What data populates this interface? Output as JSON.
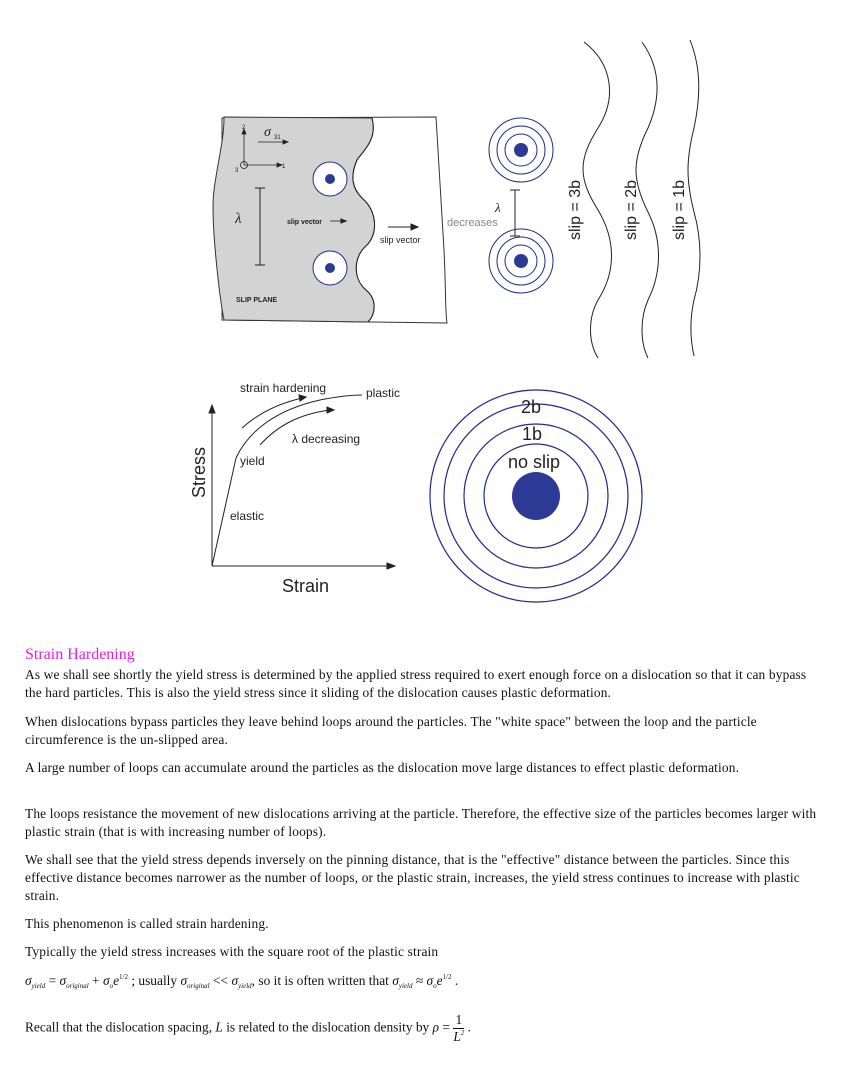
{
  "figure_top": {
    "axis_labels": {
      "axis2": "2",
      "axis1": "1",
      "axis3": "3",
      "stress": "σ",
      "stress_sub": "31"
    },
    "lambda": "λ",
    "slip_vector_inner": "slip vector",
    "slip_vector_outer": "slip vector",
    "slip_plane": "SLIP PLANE",
    "decreases": "decreases",
    "slip_labels": [
      "slip = 3b",
      "slip = 2b",
      "slip = 1b"
    ]
  },
  "figure_bottom": {
    "ylabel": "Stress",
    "xlabel": "Strain",
    "labels": {
      "elastic": "elastic",
      "yield": "yield",
      "strain_hardening": "strain hardening",
      "plastic": "plastic",
      "lambda_decreasing": "λ decreasing"
    },
    "rings": [
      "2b",
      "1b",
      "no slip"
    ]
  },
  "text": {
    "heading": "Strain Hardening",
    "paragraphs": [
      "As we shall see shortly the yield stress is determined by the applied stress required to exert enough force on a dislocation so that it can bypass the hard particles. This is also the yield stress since it sliding of the dislocation causes plastic deformation.",
      "When dislocations bypass particles they leave behind loops around the particles. The \"white space\" between the loop and the particle circumference is the un-slipped area.",
      "A large number of loops can accumulate around the particles as the dislocation move large distances to effect plastic deformation.",
      "The loops resistance the movement of new dislocations arriving at the particle. Therefore, the effective size of the particles becomes larger with plastic strain (that is with increasing number of loops).",
      "We shall see that the yield stress depends inversely on the pinning distance, that is the \"effective\" distance between the particles. Since this effective distance becomes narrower as the number of loops, or the plastic strain, increases, the yield stress continues to increase with plastic strain.",
      "This phenomenon is called strain hardening.",
      "Typically the yield stress increases with the square root of the plastic strain"
    ],
    "eq1": {
      "sigma": "σ",
      "yield": "yield",
      "original": "original",
      "o": "o",
      "e": "e",
      "half": "1/2",
      "eq": "=",
      "plus": "+",
      "usually": " ; usually ",
      "ll": "<<",
      "often": ", so it is often written that ",
      "approx": "≈",
      "end": "."
    },
    "eq2": {
      "before": "Recall that the dislocation spacing, ",
      "L": "L",
      "middle": " is related to the dislocation density by ",
      "rho": "ρ",
      "eq": "=",
      "num": "1",
      "den": "L",
      "den_sup": "2",
      "end": "."
    }
  }
}
